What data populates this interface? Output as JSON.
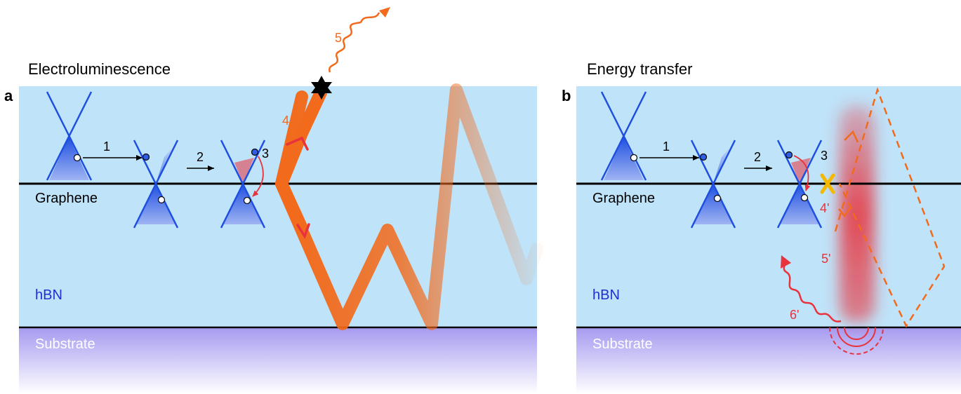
{
  "panel_a": {
    "letter": "a",
    "title": "Electroluminescence",
    "graphene_label": "Graphene",
    "hbn_label": "hBN",
    "substrate_label": "Substrate",
    "steps": [
      "1",
      "2",
      "3",
      "4",
      "5"
    ]
  },
  "panel_b": {
    "letter": "b",
    "title": "Energy transfer",
    "graphene_label": "Graphene",
    "hbn_label": "hBN",
    "substrate_label": "Substrate",
    "steps": [
      "1",
      "2",
      "3",
      "4'",
      "5'",
      "6'"
    ]
  },
  "colors": {
    "hbn": "#bfe3f9",
    "substrate_top": "#a59af0",
    "cone": "#1f4fe0",
    "photon": "#f26a1b",
    "energy": "#e8323c",
    "blocked": "#f5b800"
  }
}
